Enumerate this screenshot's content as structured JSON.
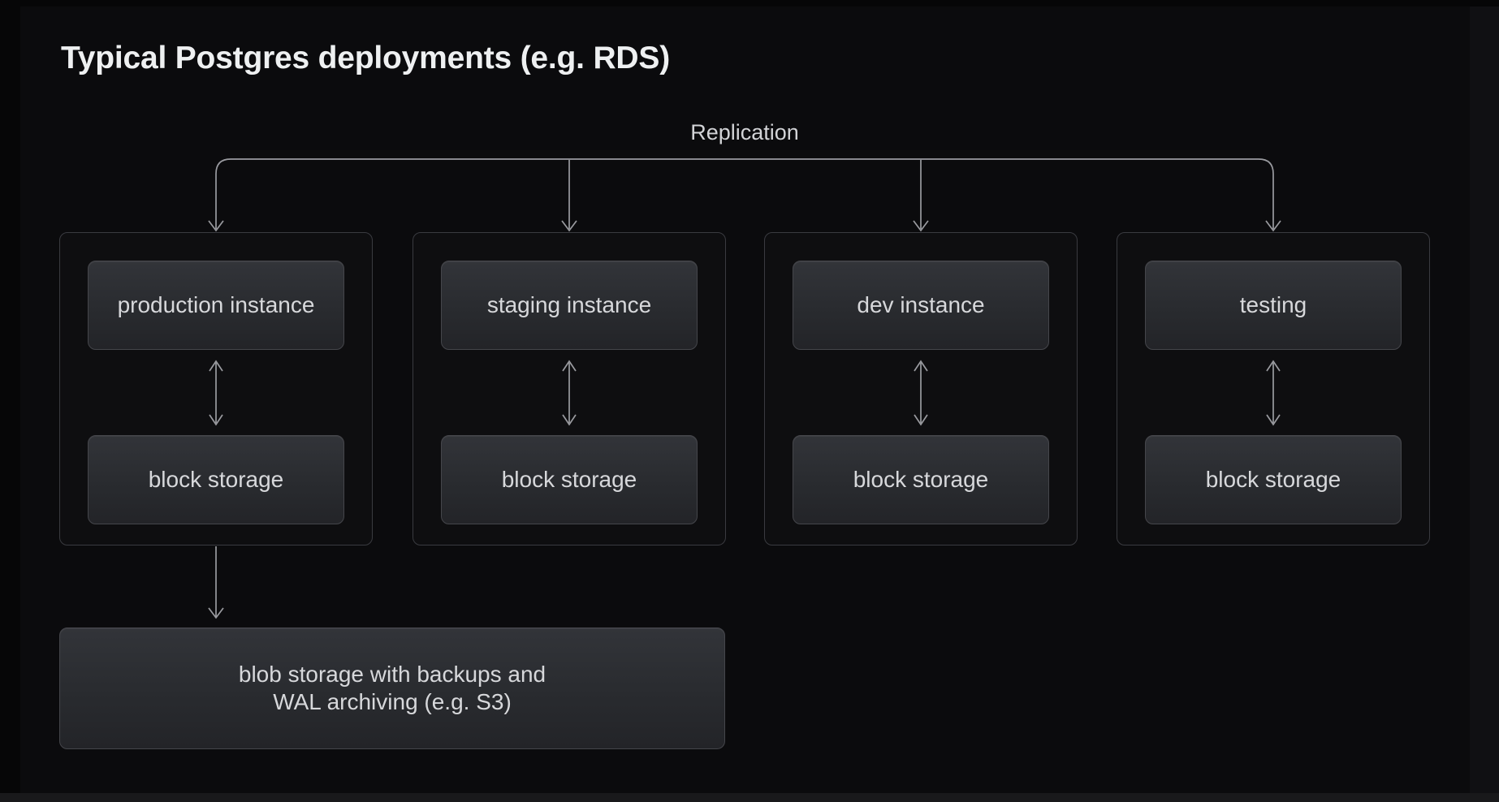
{
  "title": "Typical Postgres deployments (e.g. RDS)",
  "replication": {
    "label": "Replication"
  },
  "groups": [
    {
      "instance_label": "production instance",
      "storage_label": "block storage"
    },
    {
      "instance_label": "staging instance",
      "storage_label": "block storage"
    },
    {
      "instance_label": "dev instance",
      "storage_label": "block storage"
    },
    {
      "instance_label": "testing",
      "storage_label": "block storage"
    }
  ],
  "blob_storage": {
    "line1": "blob storage with backups and",
    "line2": "WAL archiving (e.g. S3)"
  },
  "colors": {
    "background": "#0b0b0d",
    "node_fill_top": "#323439",
    "node_fill_bottom": "#232428",
    "node_border": "#45464b",
    "group_border": "#3a3b40",
    "connector_line": "#9a9ba0",
    "node_text": "#d7d8db",
    "title_text": "#eef0f1"
  }
}
